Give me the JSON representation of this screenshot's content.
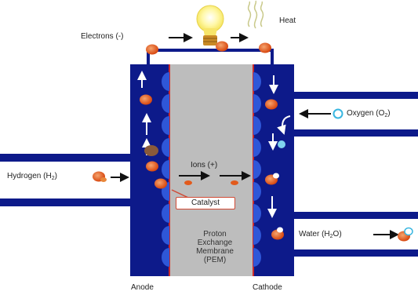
{
  "labels": {
    "electrons": "Electrons (-)",
    "heat": "Heat",
    "oxygen": "Oxygen (O",
    "oxygen_sub": "2",
    "oxygen_close": ")",
    "hydrogen": "Hydrogen (H",
    "hydrogen_sub": "2",
    "hydrogen_close": ")",
    "ions": "Ions (+)",
    "catalyst": "Catalyst",
    "pem": "Proton\nExchange\nMembrane\n(PEM)",
    "water": "Water (H",
    "water_sub": "2",
    "water_close": "O)",
    "anode": "Anode",
    "cathode": "Cathode"
  },
  "colors": {
    "electrode_blue": "#0d1a8a",
    "catalyst_blue": "#2f57d8",
    "membrane_gray": "#bdbdbd",
    "electron_orange": "#e25a1c",
    "edge_red": "#cc2a2a",
    "oxygen_cyan": "#38b6e0",
    "bulb_yellow": "#fff27a"
  }
}
